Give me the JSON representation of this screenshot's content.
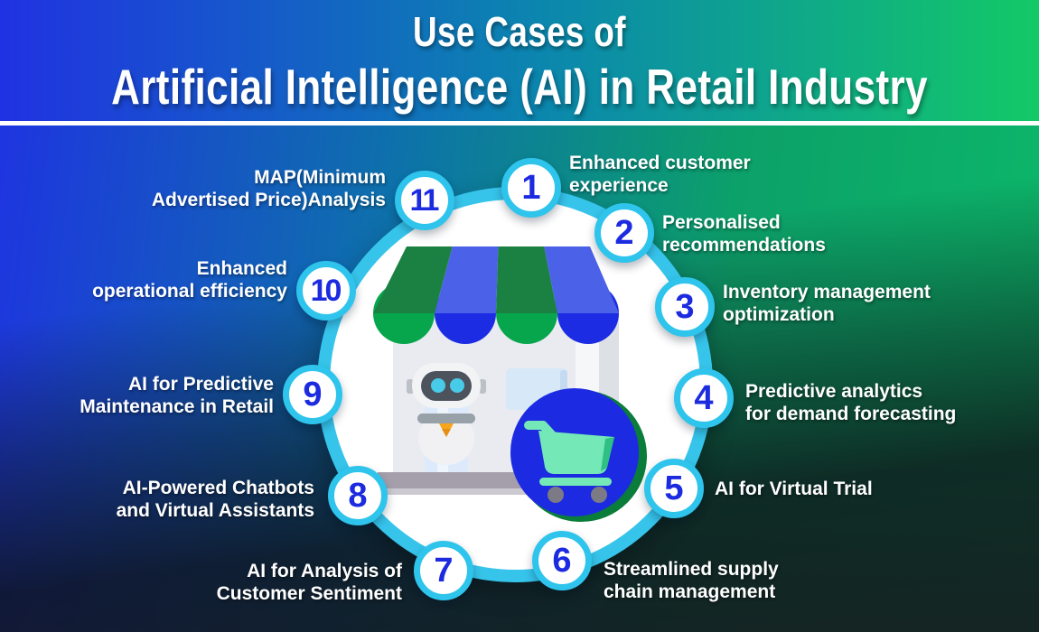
{
  "header": {
    "title_line1": "Use Cases of",
    "title_line2": "Artificial Intelligence (AI) in Retail Industry"
  },
  "diagram": {
    "items": [
      {
        "number": "1",
        "label": "Enhanced customer experience",
        "line1": "Enhanced customer",
        "line2": "experience"
      },
      {
        "number": "2",
        "label": "Personalised recommendations",
        "line1": "Personalised",
        "line2": "recommendations"
      },
      {
        "number": "3",
        "label": "Inventory management optimization",
        "line1": "Inventory management",
        "line2": "optimization"
      },
      {
        "number": "4",
        "label": "Predictive analytics for demand forecasting",
        "line1": "Predictive analytics",
        "line2": "for demand forecasting"
      },
      {
        "number": "5",
        "label": "AI for Virtual Trial",
        "line1": "AI for Virtual Trial",
        "line2": ""
      },
      {
        "number": "6",
        "label": "Streamlined supply chain management",
        "line1": "Streamlined supply",
        "line2": "chain management"
      },
      {
        "number": "7",
        "label": "AI for Analysis of Customer Sentiment",
        "line1": "AI for Analysis of",
        "line2": "Customer Sentiment"
      },
      {
        "number": "8",
        "label": "AI-Powered Chatbots and Virtual Assistants",
        "line1": "AI-Powered Chatbots",
        "line2": "and Virtual Assistants"
      },
      {
        "number": "9",
        "label": "AI for Predictive Maintenance in Retail",
        "line1": "AI for Predictive",
        "line2": "Maintenance in Retail"
      },
      {
        "number": "10",
        "label": "Enhanced operational efficiency",
        "line1": "Enhanced",
        "line2": "operational efficiency"
      },
      {
        "number": "11",
        "label": "MAP(Minimum Advertised Price)Analysis",
        "line1": "MAP(Minimum",
        "line2": "Advertised Price)Analysis"
      }
    ],
    "center_icons": [
      "storefront-icon",
      "robot-icon",
      "shopping-cart-icon"
    ]
  },
  "colors": {
    "accent_cyan": "#2ec4ec",
    "number_blue": "#1c2ae0",
    "header_gradient_left": "#2032e2",
    "header_gradient_right": "#13c966",
    "awning_green": "#1a8142",
    "awning_blue": "#4b61e8",
    "scallop_green": "#07a64d",
    "scallop_blue": "#1c2ce2",
    "cart_circle_blue": "#1c2be1",
    "cart_circle_green": "#0a7d3a",
    "cart_mint": "#74e9b7"
  }
}
